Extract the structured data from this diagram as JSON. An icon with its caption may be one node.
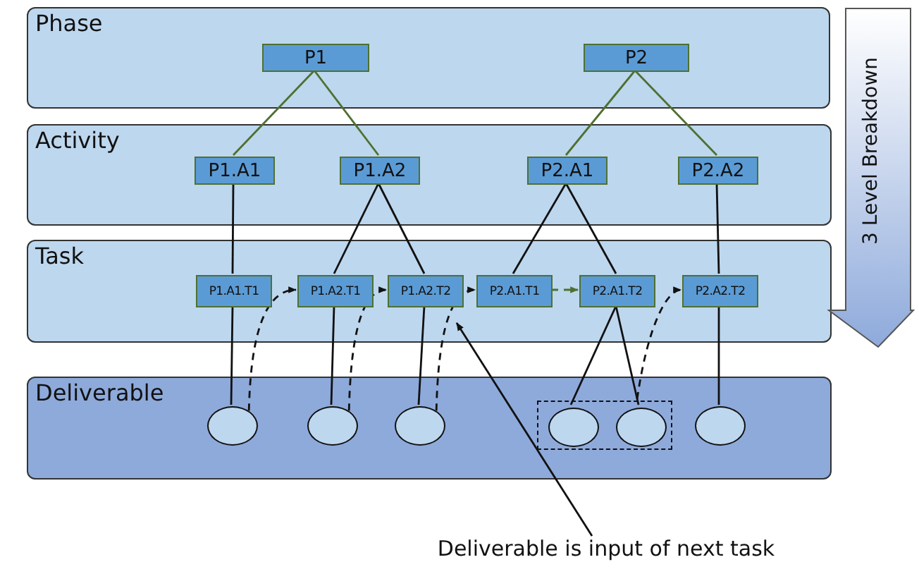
{
  "diagram": {
    "nodes": [
      {
        "text": [
          "Phase"
        ]
      },
      {
        "text": [
          "Activity"
        ]
      },
      {
        "text": [
          "Task"
        ]
      },
      {
        "text": [
          "Deliverable"
        ]
      },
      {
        "text": [
          "P1"
        ],
        "in": 0
      },
      {
        "text": [
          "P2"
        ],
        "in": 0
      },
      {
        "text": [
          "P1.A1"
        ],
        "in": 1
      },
      {
        "text": [
          "P1.A2"
        ],
        "in": 1
      },
      {
        "text": [
          "P2.A1"
        ],
        "in": 1
      },
      {
        "text": [
          "P2.A2"
        ],
        "in": 1
      },
      {
        "text": [
          "P1.A1.T1"
        ],
        "in": 2
      },
      {
        "text": [
          "P1.A2.T1"
        ],
        "in": 2
      },
      {
        "text": [
          "P1.A2.T2"
        ],
        "in": 2
      },
      {
        "text": [
          "P2.A1.T1"
        ],
        "in": 2
      },
      {
        "text": [
          "P2.A1.T2"
        ],
        "in": 2
      },
      {
        "text": [
          "P2.A2.T2"
        ],
        "in": 2
      },
      {
        "text": [],
        "shape": "circle",
        "in": 3
      },
      {
        "text": [],
        "shape": "circle",
        "in": 3
      },
      {
        "text": [],
        "shape": "circle",
        "in": 3
      },
      {
        "text": [],
        "shape": "box",
        "in": 3
      },
      {
        "text": [],
        "shape": "circle",
        "in": 19
      },
      {
        "text": [],
        "shape": "circle",
        "in": 19
      },
      {
        "text": [],
        "shape": "circle",
        "in": 3
      },
      {
        "text": [
          "Deliverable is input of next task"
        ]
      },
      {
        "text": [
          "3 Level Breakdown"
        ]
      }
    ],
    "edges": [
      {
        "from": 4,
        "to": 6,
        "arrow": "none",
        "color": "#4f7030"
      },
      {
        "from": 4,
        "to": 7,
        "arrow": "none",
        "color": "#4f7030"
      },
      {
        "from": 5,
        "to": 8,
        "arrow": "none",
        "color": "#4f7030"
      },
      {
        "from": 5,
        "to": 9,
        "arrow": "none",
        "color": "#4f7030"
      },
      {
        "from": 6,
        "to": 10,
        "arrow": "none"
      },
      {
        "from": 7,
        "to": 11,
        "arrow": "none"
      },
      {
        "from": 7,
        "to": 12,
        "arrow": "none"
      },
      {
        "from": 8,
        "to": 13,
        "arrow": "none"
      },
      {
        "from": 8,
        "to": 14,
        "arrow": "none"
      },
      {
        "from": 9,
        "to": 15,
        "arrow": "none"
      },
      {
        "from": 10,
        "to": 16,
        "arrow": "none"
      },
      {
        "from": 11,
        "to": 17,
        "arrow": "none"
      },
      {
        "from": 12,
        "to": 18,
        "arrow": "none"
      },
      {
        "from": 14,
        "to": 20,
        "arrow": "none"
      },
      {
        "from": 14,
        "to": 21,
        "arrow": "none"
      },
      {
        "from": 15,
        "to": 22,
        "arrow": "none"
      },
      {
        "from": 16,
        "to": 11,
        "arrow": "to",
        "style": "dashed"
      },
      {
        "from": 17,
        "to": 12,
        "arrow": "to",
        "style": "dashed"
      },
      {
        "from": 18,
        "to": 13,
        "arrow": "to",
        "style": "dashed"
      },
      {
        "from": 13,
        "to": 14,
        "arrow": "to",
        "style": "dashed",
        "color": "#4f7030"
      },
      {
        "from": 19,
        "to": 15,
        "arrow": "to",
        "style": "dashed"
      },
      {
        "from": 23,
        "to": 2,
        "arrow": "to"
      }
    ]
  }
}
